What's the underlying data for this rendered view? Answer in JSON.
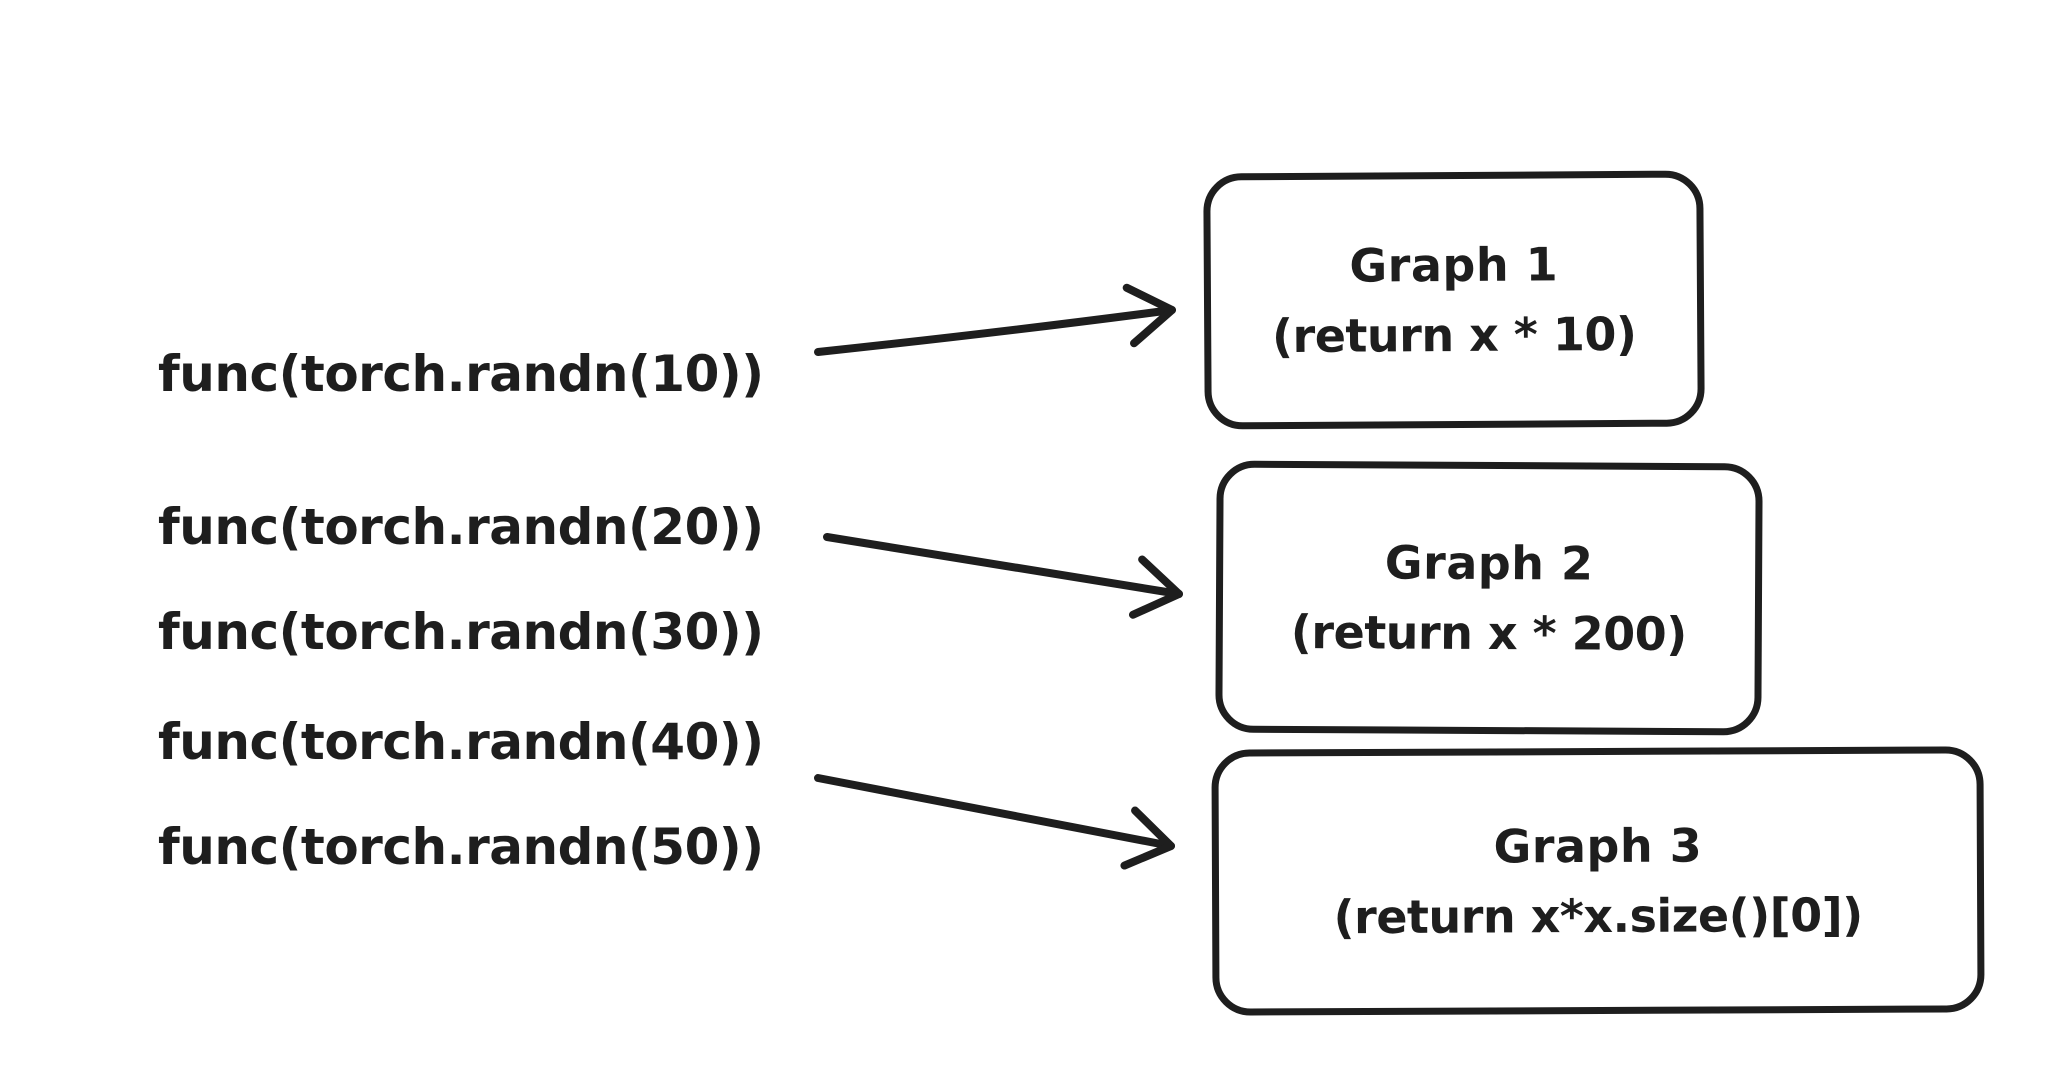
{
  "colors": {
    "ink": "#1e1e1e",
    "background": "#ffffff"
  },
  "diagram": {
    "rows": [
      {
        "calls": [
          "func(torch.randn(10))"
        ],
        "graph": {
          "title": "Graph 1",
          "body": "(return x * 10)"
        }
      },
      {
        "calls": [
          "func(torch.randn(20))",
          "func(torch.randn(30))"
        ],
        "graph": {
          "title": "Graph 2",
          "body": "(return x * 200)"
        }
      },
      {
        "calls": [
          "func(torch.randn(40))",
          "func(torch.randn(50))"
        ],
        "graph": {
          "title": "Graph 3",
          "body": "(return x*x.size()[0])"
        }
      }
    ]
  }
}
